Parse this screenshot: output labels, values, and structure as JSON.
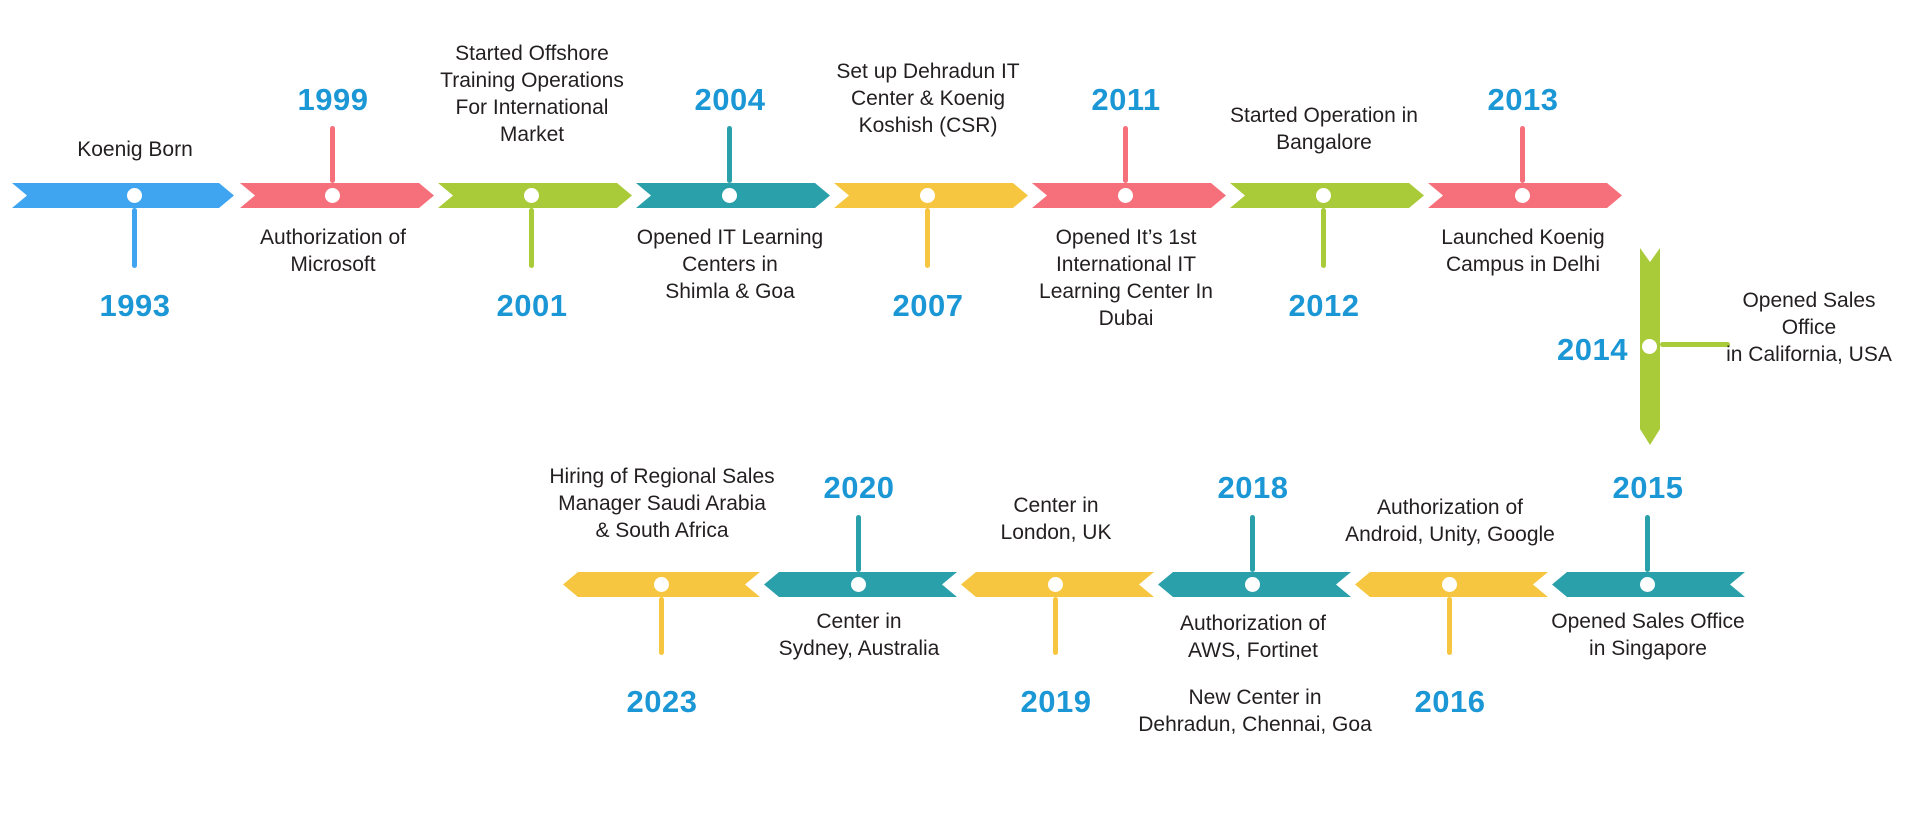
{
  "title": "Koenig company milestones timeline",
  "colors": {
    "blue": "#3FA5F1",
    "red": "#F5707A",
    "green": "#A9CA39",
    "teal": "#2AA0AB",
    "yellow": "#F7C640",
    "year_blue": "#1B97D5",
    "text_dark": "#231F20"
  },
  "top_row": {
    "direction": "arrows point right",
    "events": [
      {
        "year": "1993",
        "color": "blue",
        "year_side": "below",
        "label": "Koenig Born"
      },
      {
        "year": "1999",
        "color": "red",
        "year_side": "above",
        "label": "Authorization of\nMicrosoft"
      },
      {
        "year": "2001",
        "color": "green",
        "year_side": "below",
        "label": "Started Offshore\nTraining Operations\nFor International\nMarket"
      },
      {
        "year": "2004",
        "color": "teal",
        "year_side": "above",
        "label": "Opened IT Learning\nCenters in\nShimla & Goa"
      },
      {
        "year": "2007",
        "color": "yellow",
        "year_side": "below",
        "label": "Set up Dehradun IT\nCenter & Koenig\nKoshish (CSR)"
      },
      {
        "year": "2011",
        "color": "red",
        "year_side": "above",
        "label": "Opened It’s 1st\nInternational IT\nLearning Center In\nDubai"
      },
      {
        "year": "2012",
        "color": "green",
        "year_side": "below",
        "label": "Started Operation in\nBangalore"
      },
      {
        "year": "2013",
        "color": "red",
        "year_side": "above",
        "label": "Launched Koenig\nCampus in Delhi"
      }
    ]
  },
  "connector": {
    "year": "2014",
    "color": "green",
    "label": "Opened Sales\nOffice\nin California, USA"
  },
  "bottom_row": {
    "direction": "arrows point left",
    "events": [
      {
        "year": "2023",
        "color": "yellow",
        "year_side": "below",
        "label": "Hiring of Regional Sales\nManager Saudi Arabia\n& South Africa"
      },
      {
        "year": "2020",
        "color": "teal",
        "year_side": "above",
        "label": "Center in\nSydney, Australia"
      },
      {
        "year": "2019",
        "color": "yellow",
        "year_side": "below",
        "label": "Center in\nLondon, UK"
      },
      {
        "year": "2018",
        "color": "teal",
        "year_side": "above",
        "label": "Authorization of\nAWS, Fortinet"
      },
      {
        "year": "2016",
        "color": "yellow",
        "year_side": "below",
        "label": "Authorization of\nAndroid, Unity, Google",
        "label2": "New Center in\nDehradun, Chennai, Goa"
      },
      {
        "year": "2015",
        "color": "teal",
        "year_side": "above",
        "label": "Opened Sales Office\nin Singapore"
      }
    ]
  }
}
